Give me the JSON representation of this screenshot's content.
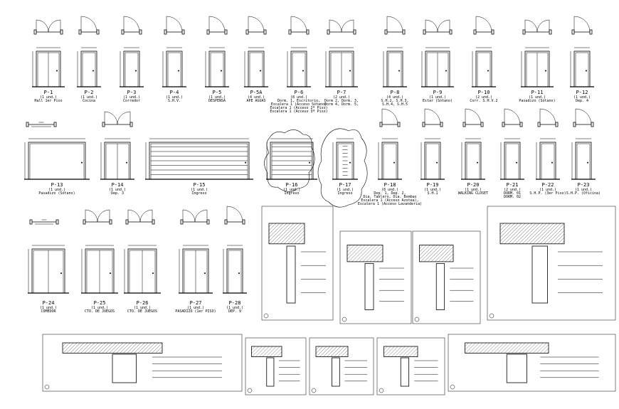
{
  "sheet": {
    "ink": "#000000",
    "paper": "#ffffff",
    "doors_row1": [
      {
        "code": "P-1",
        "qty": "(1 und.)",
        "place": "Hall 1er Piso",
        "swing": "double"
      },
      {
        "code": "P-2",
        "qty": "(1 und.)",
        "place": "Cocina",
        "swing": "single"
      },
      {
        "code": "P-3",
        "qty": "(1 und.)",
        "place": "Corredor",
        "swing": "single"
      },
      {
        "code": "P-4",
        "qty": "(1 und.)",
        "place": "S.H.V.",
        "swing": "single"
      },
      {
        "code": "P-5",
        "qty": "(1 und.)",
        "place": "DESPENSA",
        "swing": "single"
      },
      {
        "code": "P-5A",
        "qty": "(4 und.)",
        "place": "APE AGUAS",
        "swing": "single"
      },
      {
        "code": "P-6",
        "qty": "(8 und.)",
        "place": "Dorm. 1, Escritorio,",
        "extra": [
          "Escalera 1 (Acceso Sótano)",
          "Escalera 1 (Acceso 2º Piso)",
          "Escalera 1 (Acceso 3º Piso)"
        ],
        "swing": "single"
      },
      {
        "code": "P-7",
        "qty": "(2 und.)",
        "place": "Dorm 2, Dorm. 3,",
        "extra": [
          "Dorm 4, Dorm. 5,"
        ],
        "swing": "double"
      },
      {
        "code": "P-8",
        "qty": "(4 und.)",
        "place": "S.H.2, S.H.3,",
        "extra": [
          "S.H.4, S.H.5"
        ],
        "swing": "single"
      },
      {
        "code": "P-9",
        "qty": "(1 und.)",
        "place": "Estar (Sótano)",
        "swing": "double"
      },
      {
        "code": "P-10",
        "qty": "(2 und.)",
        "place": "Corr. S.H.V.2",
        "swing": "single"
      },
      {
        "code": "P-11",
        "qty": "(1 und.)",
        "place": "Pasadizo (Sótano)",
        "swing": "double"
      },
      {
        "code": "P-12",
        "qty": "(1 und.)",
        "place": "Dep. 4",
        "swing": "single"
      }
    ],
    "doors_row2": [
      {
        "code": "P-13",
        "qty": "(1 und.)",
        "place": "Pasadizo (Sótano)",
        "kind": "sliding"
      },
      {
        "code": "P-14",
        "qty": "(1 und.)",
        "place": "Dep. 3",
        "kind": "double"
      },
      {
        "code": "P-15",
        "qty": "(1 und.)",
        "place": "Ingreso",
        "kind": "garage"
      },
      {
        "code": "P-16",
        "qty": "(1 und.)",
        "place": "Ingreso",
        "kind": "garage-small"
      },
      {
        "code": "P-17",
        "qty": "(1 und.)",
        "place": "Ingreso",
        "kind": "tall"
      },
      {
        "code": "P-18",
        "qty": "(8 und.)",
        "place": "Dep. 1, Dep. 2,",
        "extra": [
          "Dia. Tablero, Dia. Bombas",
          "Escalera 1 (Acceso Azotea),",
          "Escalera 1 (Acceso Lavandería)"
        ],
        "kind": "single"
      },
      {
        "code": "P-19",
        "qty": "(1 und.)",
        "place": "S.H.1",
        "kind": "single"
      },
      {
        "code": "P-20",
        "qty": "(1 und.)",
        "place": "WALKING CLOSET",
        "kind": "single"
      },
      {
        "code": "P-21",
        "qty": "(2 und.)",
        "place": "DORM. 01",
        "extra": [
          "DORM. 02"
        ],
        "kind": "single"
      },
      {
        "code": "P-22",
        "qty": "(1 und.)",
        "place": "S.H.P. (3er Piso)",
        "kind": "single"
      },
      {
        "code": "P-23",
        "qty": "(1 und.)",
        "place": "S.H.P. (Oficina)",
        "kind": "single"
      }
    ],
    "doors_row3": [
      {
        "code": "P-24",
        "qty": "(1 und.)",
        "place": "COMEDOR",
        "kind": "wide"
      },
      {
        "code": "P-25",
        "qty": "(1 und.)",
        "place": "CTO. DE JUEGOS",
        "kind": "double"
      },
      {
        "code": "P-26",
        "qty": "(1 und.)",
        "place": "CTO. DE JUEGOS",
        "kind": "double"
      },
      {
        "code": "P-27",
        "qty": "(1 und.)",
        "place": "PASADIZO (1er PISO)",
        "kind": "double"
      },
      {
        "code": "P-28",
        "qty": "(1 und.)",
        "place": "DEP. 9",
        "kind": "single"
      }
    ]
  }
}
